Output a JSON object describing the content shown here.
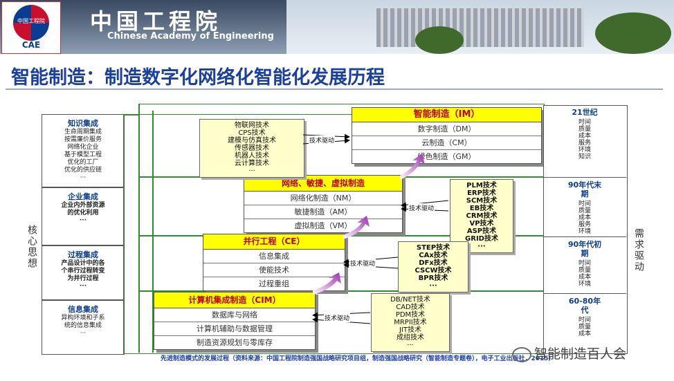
{
  "header": {
    "logo_top": "中国工程院",
    "logo_abbr": "CAE",
    "cn_title": "中国工程院",
    "en_title": "Chinese Academy of Engineering"
  },
  "title": "智能制造：制造数字化网络化智能化发展历程",
  "core_label": "核心思想",
  "demand_label": "需求驱动",
  "left_panels": [
    {
      "heading": "知识集成",
      "lines": [
        "生命周期集成",
        "按需廉价服务",
        "网络化企业",
        "基于模型工程",
        "优化的工厂",
        "优化的供应链",
        "···"
      ],
      "bold": false
    },
    {
      "heading": "企业集成",
      "lines": [
        "企业内外部资源",
        "的优化利用",
        "···"
      ],
      "bold": true
    },
    {
      "heading": "过程集成",
      "lines": [
        "产品设计中的各",
        "个串行过程转变",
        "为并行过程",
        "···"
      ],
      "bold": true
    },
    {
      "heading": "信息集成",
      "lines": [
        "异构环境和子系",
        "统的信息集成",
        "···"
      ],
      "bold": false
    }
  ],
  "tiers": [
    {
      "title": "智能制造（IM）",
      "rows": [
        "数字制造（DM）",
        "云制造（CM）",
        "绿色制造（GM）"
      ]
    },
    {
      "title": "网络、敏捷、虚拟制造",
      "rows": [
        "网络化制造（NM）",
        "敏捷制造（AM）",
        "虚拟制造（VM）"
      ]
    },
    {
      "title": "并行工程（CE）",
      "rows": [
        "信息集成",
        "使能技术",
        "过程重组"
      ]
    },
    {
      "title": "计算机集成制造（CIM）",
      "rows": [
        "数据库与网络",
        "计算机辅助与数据管理",
        "制造资源规划与零库存"
      ]
    }
  ],
  "tech_boxes": [
    {
      "lines": [
        "物联网技术",
        "CPS技术",
        "建模与仿真技术",
        "传感器技术",
        "机器人技术",
        "云计算技术",
        "···"
      ]
    },
    {
      "lines": [
        "PLM技术",
        "ERP技术",
        "SCM技术",
        "EB技术",
        "CRM技术",
        "VP技术",
        "ASP技术",
        "GRID技术",
        "···"
      ]
    },
    {
      "lines": [
        "STEP技术",
        "CAx技术",
        "DFx技术",
        "CSCW技术",
        "BPR技术",
        "···"
      ]
    },
    {
      "lines": [
        "DB/NET技术",
        "CAD技术",
        "PDM技术",
        "MRPII技术",
        "JIT技术",
        "成组技术",
        "···"
      ]
    }
  ],
  "drive_label": "技术驱动",
  "eras": [
    {
      "era": "21世纪",
      "lines": [
        "时间",
        "质量",
        "成本",
        "服务",
        "环境",
        "知识"
      ]
    },
    {
      "era": "90年代末期",
      "lines": [
        "时间",
        "质量",
        "成本",
        "服务",
        "环境"
      ]
    },
    {
      "era": "90年代初期",
      "lines": [
        "时间",
        "质量",
        "成本",
        "环境"
      ]
    },
    {
      "era": "60-80年代",
      "lines": [
        "时间",
        "质量",
        "成本"
      ]
    }
  ],
  "caption": "先进制造模式的发展过程（资料来源：中国工程院制造强国战略研究项目组，制造强国战略研究（智能制造专题卷），电子工业出版社，2015）",
  "watermark": "智能制造百人会"
}
